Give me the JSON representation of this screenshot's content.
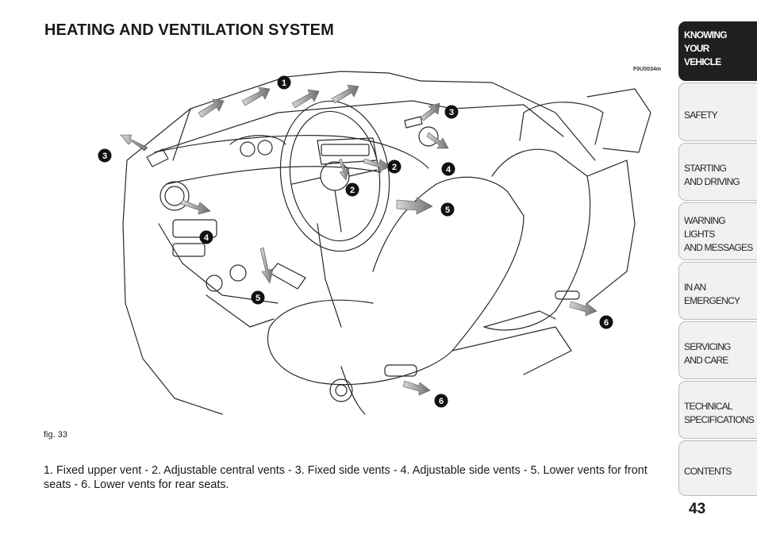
{
  "page": {
    "title": "HEATING AND VENTILATION SYSTEM",
    "figure_code": "F0U0034m",
    "figure_label": "fig. 33",
    "caption": "1. Fixed upper vent - 2. Adjustable central vents - 3. Fixed side vents - 4. Adjustable side vents - 5. Lower vents for front seats - 6. Lower vents for rear seats.",
    "page_number": "43"
  },
  "callouts": [
    "1",
    "2",
    "2",
    "3",
    "3",
    "4",
    "4",
    "5",
    "5",
    "6",
    "6"
  ],
  "sidebar": {
    "tabs": [
      {
        "label": "KNOWING\nYOUR\nVEHICLE",
        "active": true
      },
      {
        "label": "SAFETY",
        "active": false
      },
      {
        "label": "STARTING\nAND DRIVING",
        "active": false
      },
      {
        "label": "WARNING LIGHTS\nAND MESSAGES",
        "active": false
      },
      {
        "label": "IN AN\nEMERGENCY",
        "active": false
      },
      {
        "label": "SERVICING\nAND CARE",
        "active": false
      },
      {
        "label": "TECHNICAL\nSPECIFICATIONS",
        "active": false
      },
      {
        "label": "CONTENTS",
        "active": false
      }
    ]
  },
  "colors": {
    "tab_active": "#1f1f1f",
    "tab_inactive": "#f1f1f1",
    "arrow": "#8a8a8a"
  }
}
